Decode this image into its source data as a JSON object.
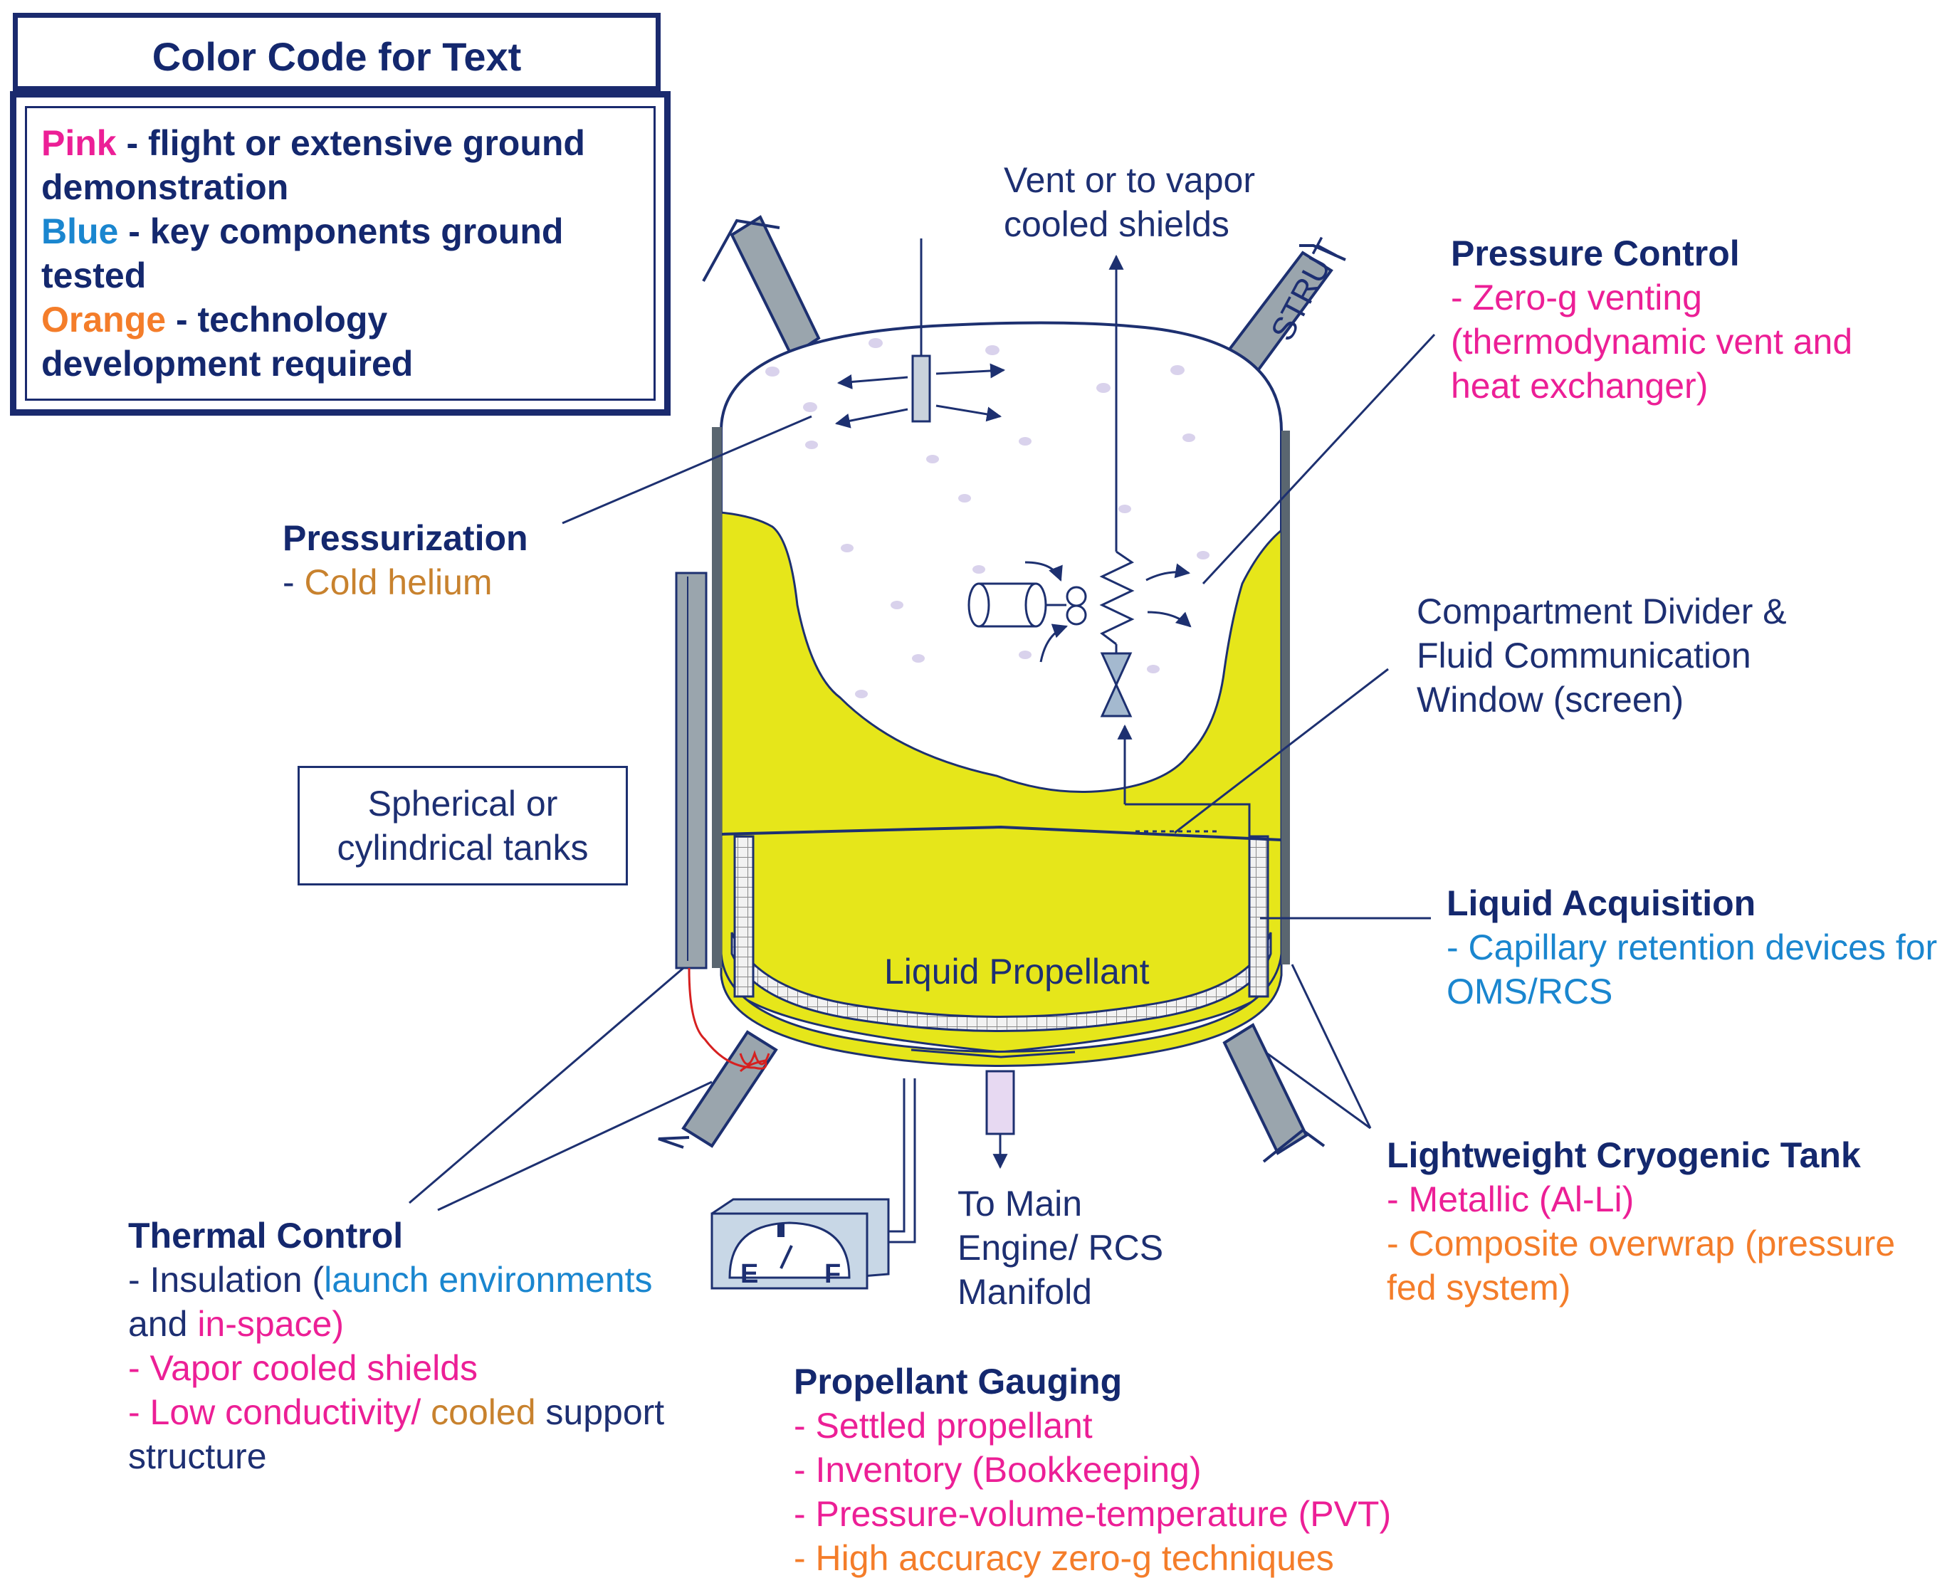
{
  "legend": {
    "title": "Color Code for Text",
    "entries": [
      {
        "key": "Pink",
        "line1": " - flight or extensive ground",
        "line2": "demonstration"
      },
      {
        "key": "Blue",
        "line1": " - key components ground",
        "line2": "tested"
      },
      {
        "key": "Orange",
        "line1": " - technology",
        "line2": "development required"
      }
    ]
  },
  "colors": {
    "pink": "#ec1f96",
    "blue": "#1a86cf",
    "orange": "#f47d2a",
    "navy": "#14286e",
    "propellant": "#e6e61a"
  },
  "labels": {
    "vent": [
      "Vent or to vapor",
      "cooled shields"
    ],
    "strut": "STRUT",
    "tanks_box": [
      "Spherical or",
      "cylindrical tanks"
    ],
    "liquid_propellant": "Liquid Propellant",
    "compartment": [
      "Compartment Divider &",
      "Fluid Communication",
      "Window (screen)"
    ],
    "to_main": [
      "To Main",
      "Engine/ RCS",
      "Manifold"
    ],
    "gauge_e": "E",
    "gauge_f": "F"
  },
  "pressure_control": {
    "title": "Pressure Control",
    "items": [
      "- Zero-g venting",
      "(thermodynamic vent and",
      "heat exchanger)"
    ]
  },
  "pressurization": {
    "title": "Pressurization",
    "dash": "- ",
    "item": "Cold helium"
  },
  "liquid_acquisition": {
    "title": "Liquid Acquisition",
    "items": [
      "- Capillary retention devices for",
      "OMS/RCS"
    ]
  },
  "lightweight_tank": {
    "title": "Lightweight Cryogenic Tank",
    "items": [
      "- Metallic (Al-Li)",
      "- Composite overwrap (pressure",
      "fed system)"
    ]
  },
  "thermal_control": {
    "title": "Thermal Control",
    "line1_a": "- Insulation (",
    "line1_b": "launch environments",
    "line2_a": "and ",
    "line2_b": "in-space)",
    "line3": "- Vapor cooled shields",
    "line4_a": "- Low conductivity/ ",
    "line4_b": "cooled",
    "line4_c": " support",
    "line5": "structure"
  },
  "propellant_gauging": {
    "title": "Propellant Gauging",
    "items": [
      "- Settled propellant",
      "- Inventory (Bookkeeping)",
      "- Pressure-volume-temperature (PVT)",
      "- High accuracy zero-g techniques"
    ]
  }
}
